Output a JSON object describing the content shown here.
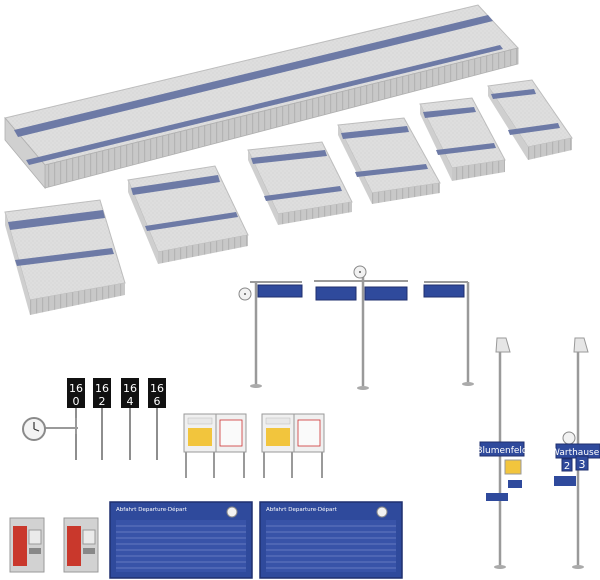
{
  "palette": {
    "platform_top": "#dcdcdc",
    "platform_side": "#c9c9c9",
    "stripe_blue": "#6d7aa6",
    "stripe_white": "#f4f4f4",
    "pole": "#9a9a9a",
    "sign_blue": "#2f4a9c",
    "sign_dark": "#1f2f6e",
    "ticket_red": "#c9382c"
  },
  "km_posts": [
    {
      "top": "16",
      "bottom": "0"
    },
    {
      "top": "16",
      "bottom": "2"
    },
    {
      "top": "16",
      "bottom": "4"
    },
    {
      "top": "16",
      "bottom": "6"
    }
  ],
  "station_signs": [
    {
      "name": "Blumenfeld",
      "number": ""
    },
    {
      "name": "Warthausen",
      "number": "3"
    }
  ],
  "platform_numbers": [
    "2",
    "3"
  ],
  "departure_board_header": "Abfahrt Departure·Départ"
}
